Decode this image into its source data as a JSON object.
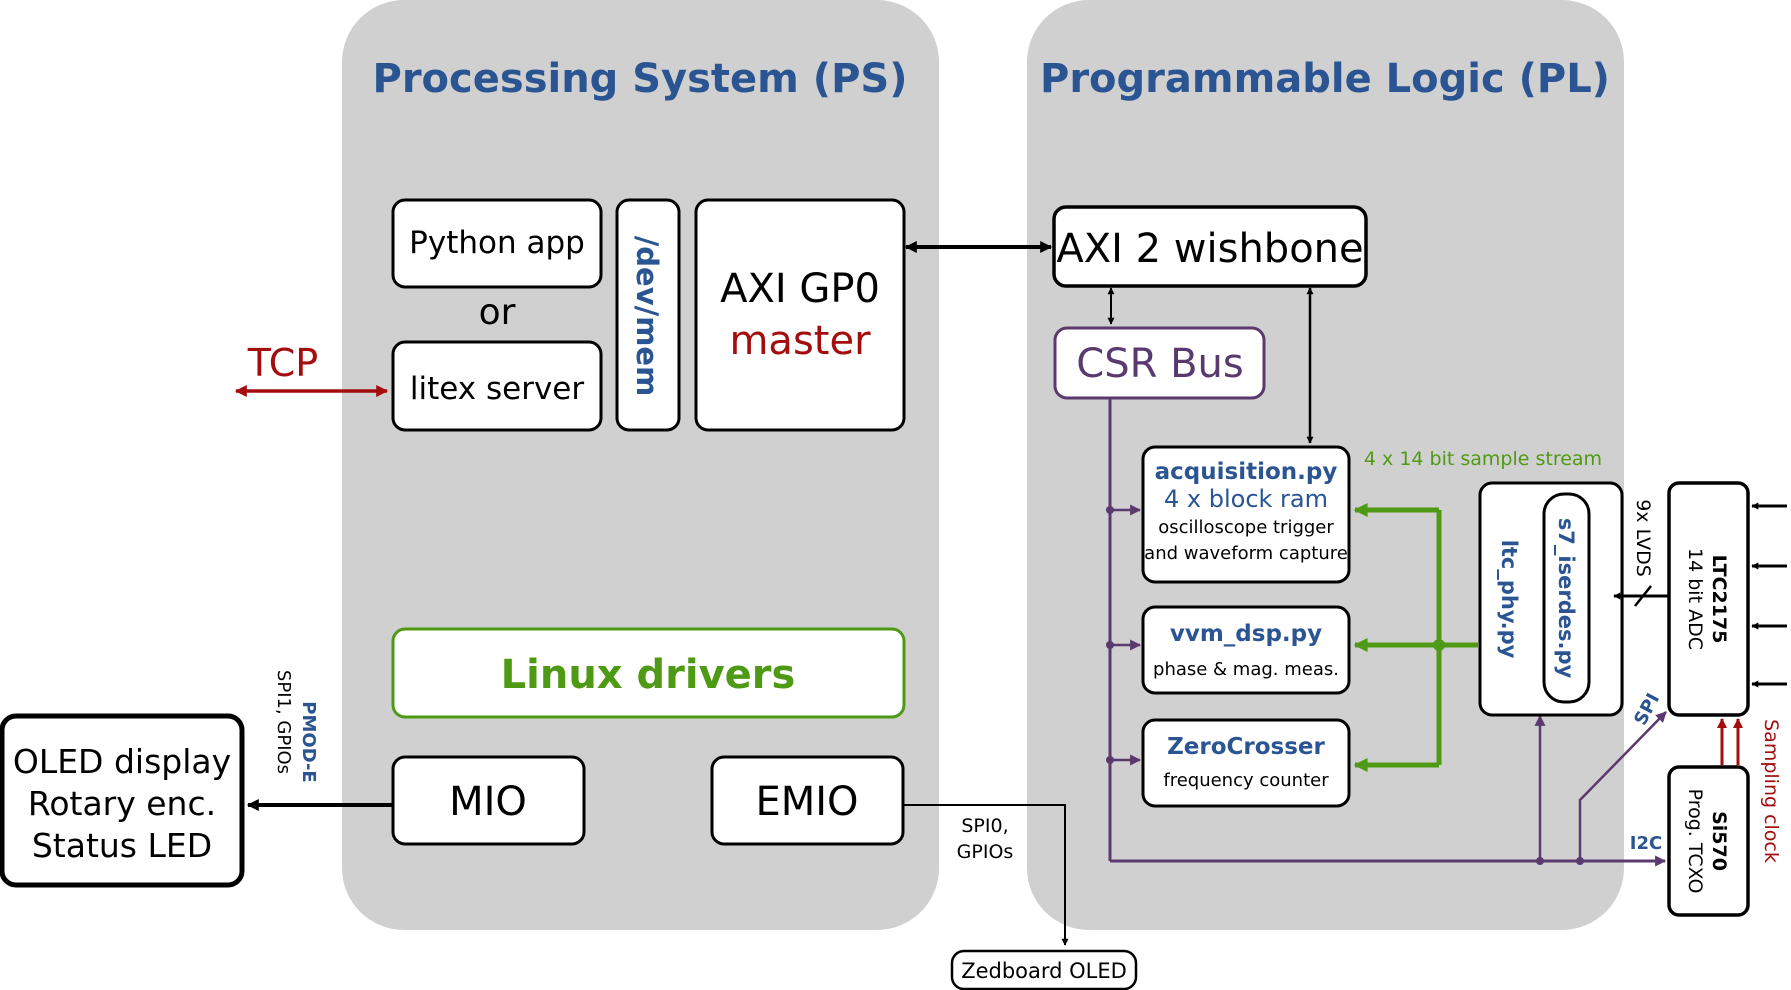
{
  "regions": {
    "ps_title": "Processing System (PS)",
    "pl_title": "Programmable Logic (PL)"
  },
  "blocks": {
    "python_app": "Python app",
    "or": "or",
    "litex_server": "litex server",
    "tcp": "TCP",
    "dev_mem": "/dev/mem",
    "axi_gp0_line1": "AXI GP0",
    "axi_gp0_line2": "master",
    "linux_drivers": "Linux drivers",
    "mio": "MIO",
    "emio": "EMIO",
    "oled_line1": "OLED display",
    "oled_line2": "Rotary enc.",
    "oled_line3": "Status LED",
    "pmod_e": "PMOD-E",
    "pmod_e_sub": "SPI1, GPIOs",
    "spi0_line1": "SPI0,",
    "spi0_line2": "GPIOs",
    "zedboard_oled": "Zedboard OLED",
    "axi2wishbone": "AXI 2 wishbone",
    "csr_bus": "CSR Bus",
    "acq_title": "acquisition.py",
    "acq_sub": "4 x block ram",
    "acq_desc1": "oscilloscope trigger",
    "acq_desc2": "and waveform capture",
    "vvm_title": "vvm_dsp.py",
    "vvm_desc": "phase & mag. meas.",
    "zc_title": "ZeroCrosser",
    "zc_desc": "frequency counter",
    "sample_stream": "4 x 14 bit sample stream",
    "ltc_phy": "ltc_phy.py",
    "s7_iserdes": "s7_iserdes.py",
    "lvds": "9x LVDS",
    "ltc_chip": "LTC2175",
    "ltc_desc": "14 bit ADC",
    "spi": "SPI",
    "i2c": "I2C",
    "si570_chip": "Si570",
    "si570_desc": "Prog. TCXO",
    "sampling_clock": "Sampling clock"
  },
  "colors": {
    "region_fill": "#d0d0d0",
    "title_blue": "#2a5592",
    "accent_red": "#a30d0d",
    "green": "#4f9a14",
    "purple": "#5a3a6e",
    "black": "#000000"
  }
}
